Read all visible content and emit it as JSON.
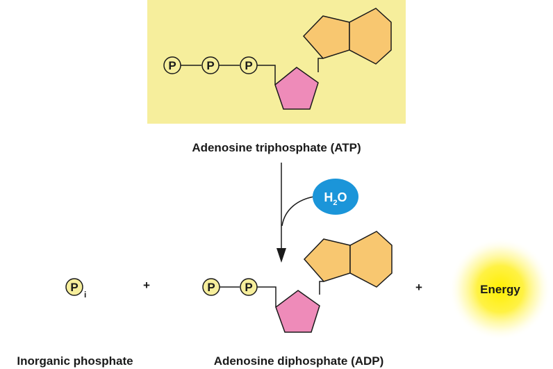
{
  "atp": {
    "label": "Adenosine triphosphate (ATP)",
    "phosphates": [
      "P",
      "P",
      "P"
    ]
  },
  "adp": {
    "label": "Adenosine diphosphate (ADP)",
    "phosphates": [
      "P",
      "P"
    ]
  },
  "inorganic": {
    "symbol": "P",
    "subscript": "i",
    "label": "Inorganic phosphate"
  },
  "water": {
    "main": "H",
    "sub": "2",
    "tail": "O"
  },
  "plus_signs": [
    "+",
    "+"
  ],
  "energy": {
    "label": "Energy"
  },
  "colors": {
    "atp_background": "#f6ee9c",
    "phosphate_fill": "#f6ee9c",
    "ribose": "#ee8bb9",
    "adenine": "#f8c770",
    "water": "#1b95d9",
    "energy_glow": "#ffe900",
    "line": "#1a1a1a"
  }
}
